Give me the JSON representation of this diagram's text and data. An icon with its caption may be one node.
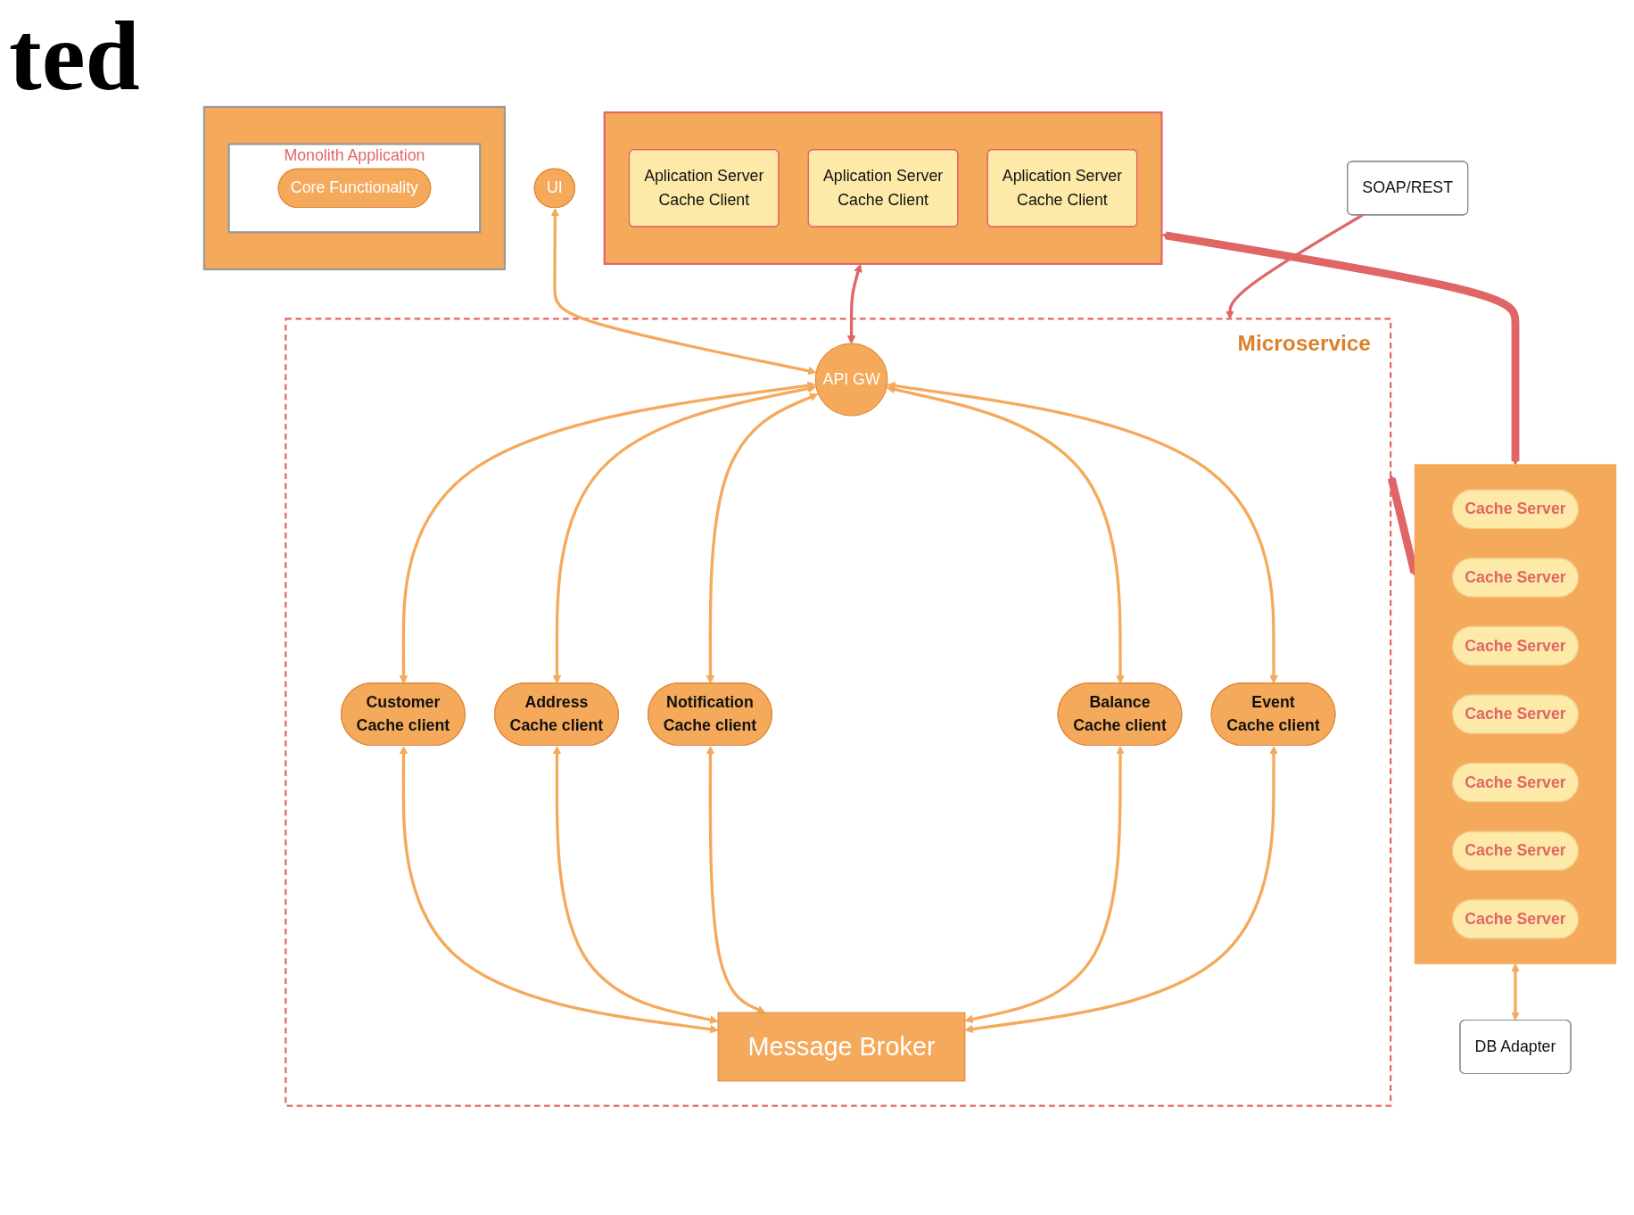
{
  "diagram": {
    "title": "ted",
    "nodes": [
      {
        "text": [
          "UI"
        ]
      },
      {
        "text": [
          "Microservice"
        ]
      },
      {
        "text": [
          "API GW"
        ],
        "in": 1
      },
      {
        "text": [
          "Customer",
          "Cache client"
        ],
        "in": 1
      },
      {
        "text": [
          "Address",
          "Cache client"
        ],
        "in": 1
      },
      {
        "text": [
          "Notification",
          "Cache client"
        ],
        "in": 1
      },
      {
        "text": [
          "Balance",
          "Cache client"
        ],
        "in": 1
      },
      {
        "text": [
          "Event",
          "Cache client"
        ],
        "in": 1
      },
      {
        "text": [
          "Message Broker"
        ],
        "in": 1
      },
      {
        "text": [],
        "shape": "box"
      },
      {
        "text": [
          "Aplication Server",
          "Cache Client"
        ],
        "in": 9
      },
      {
        "text": [
          "Aplication Server",
          "Cache Client"
        ],
        "in": 9
      },
      {
        "text": [
          "Aplication Server",
          "Cache Client"
        ],
        "in": 9
      },
      {
        "text": [],
        "shape": "bar"
      },
      {
        "text": [
          "Cache Server"
        ],
        "in": 13
      },
      {
        "text": [
          "Cache Server"
        ],
        "in": 13
      },
      {
        "text": [
          "Cache Server"
        ],
        "in": 13
      },
      {
        "text": [
          "Cache Server"
        ],
        "in": 13
      },
      {
        "text": [
          "Cache Server"
        ],
        "in": 13
      },
      {
        "text": [
          "Cache Server"
        ],
        "in": 13
      },
      {
        "text": [
          "Cache Server"
        ],
        "in": 13
      },
      {
        "text": [],
        "shape": "box"
      },
      {
        "text": [
          "Monolith Application"
        ],
        "in": 21
      },
      {
        "text": [
          "Core Functionality"
        ],
        "in": 22
      },
      {
        "text": [
          "DB Adapter"
        ]
      },
      {
        "text": [
          "SOAP/REST"
        ]
      }
    ],
    "edges": [
      {
        "from": 0,
        "to": 2,
        "arrow": "both"
      },
      {
        "from": 9,
        "to": 2,
        "arrow": "both",
        "color": "#e06666"
      },
      {
        "from": 2,
        "to": 3,
        "arrow": "both"
      },
      {
        "from": 2,
        "to": 4,
        "arrow": "both"
      },
      {
        "from": 2,
        "to": 5,
        "arrow": "both"
      },
      {
        "from": 2,
        "to": 6,
        "arrow": "both"
      },
      {
        "from": 2,
        "to": 7,
        "arrow": "both"
      },
      {
        "from": 3,
        "to": 8,
        "arrow": "both"
      },
      {
        "from": 4,
        "to": 8,
        "arrow": "both"
      },
      {
        "from": 5,
        "to": 8,
        "arrow": "both"
      },
      {
        "from": 6,
        "to": 8,
        "arrow": "both"
      },
      {
        "from": 7,
        "to": 8,
        "arrow": "both"
      },
      {
        "from": 9,
        "to": 13,
        "arrow": "both",
        "style": "thick",
        "color": "#e06666"
      },
      {
        "from": 1,
        "to": 13,
        "arrow": "both",
        "style": "thick",
        "color": "#e06666"
      },
      {
        "from": 13,
        "to": 24,
        "arrow": "both"
      },
      {
        "from": 25,
        "to": 1,
        "arrow": "to",
        "color": "#e06666"
      }
    ]
  }
}
